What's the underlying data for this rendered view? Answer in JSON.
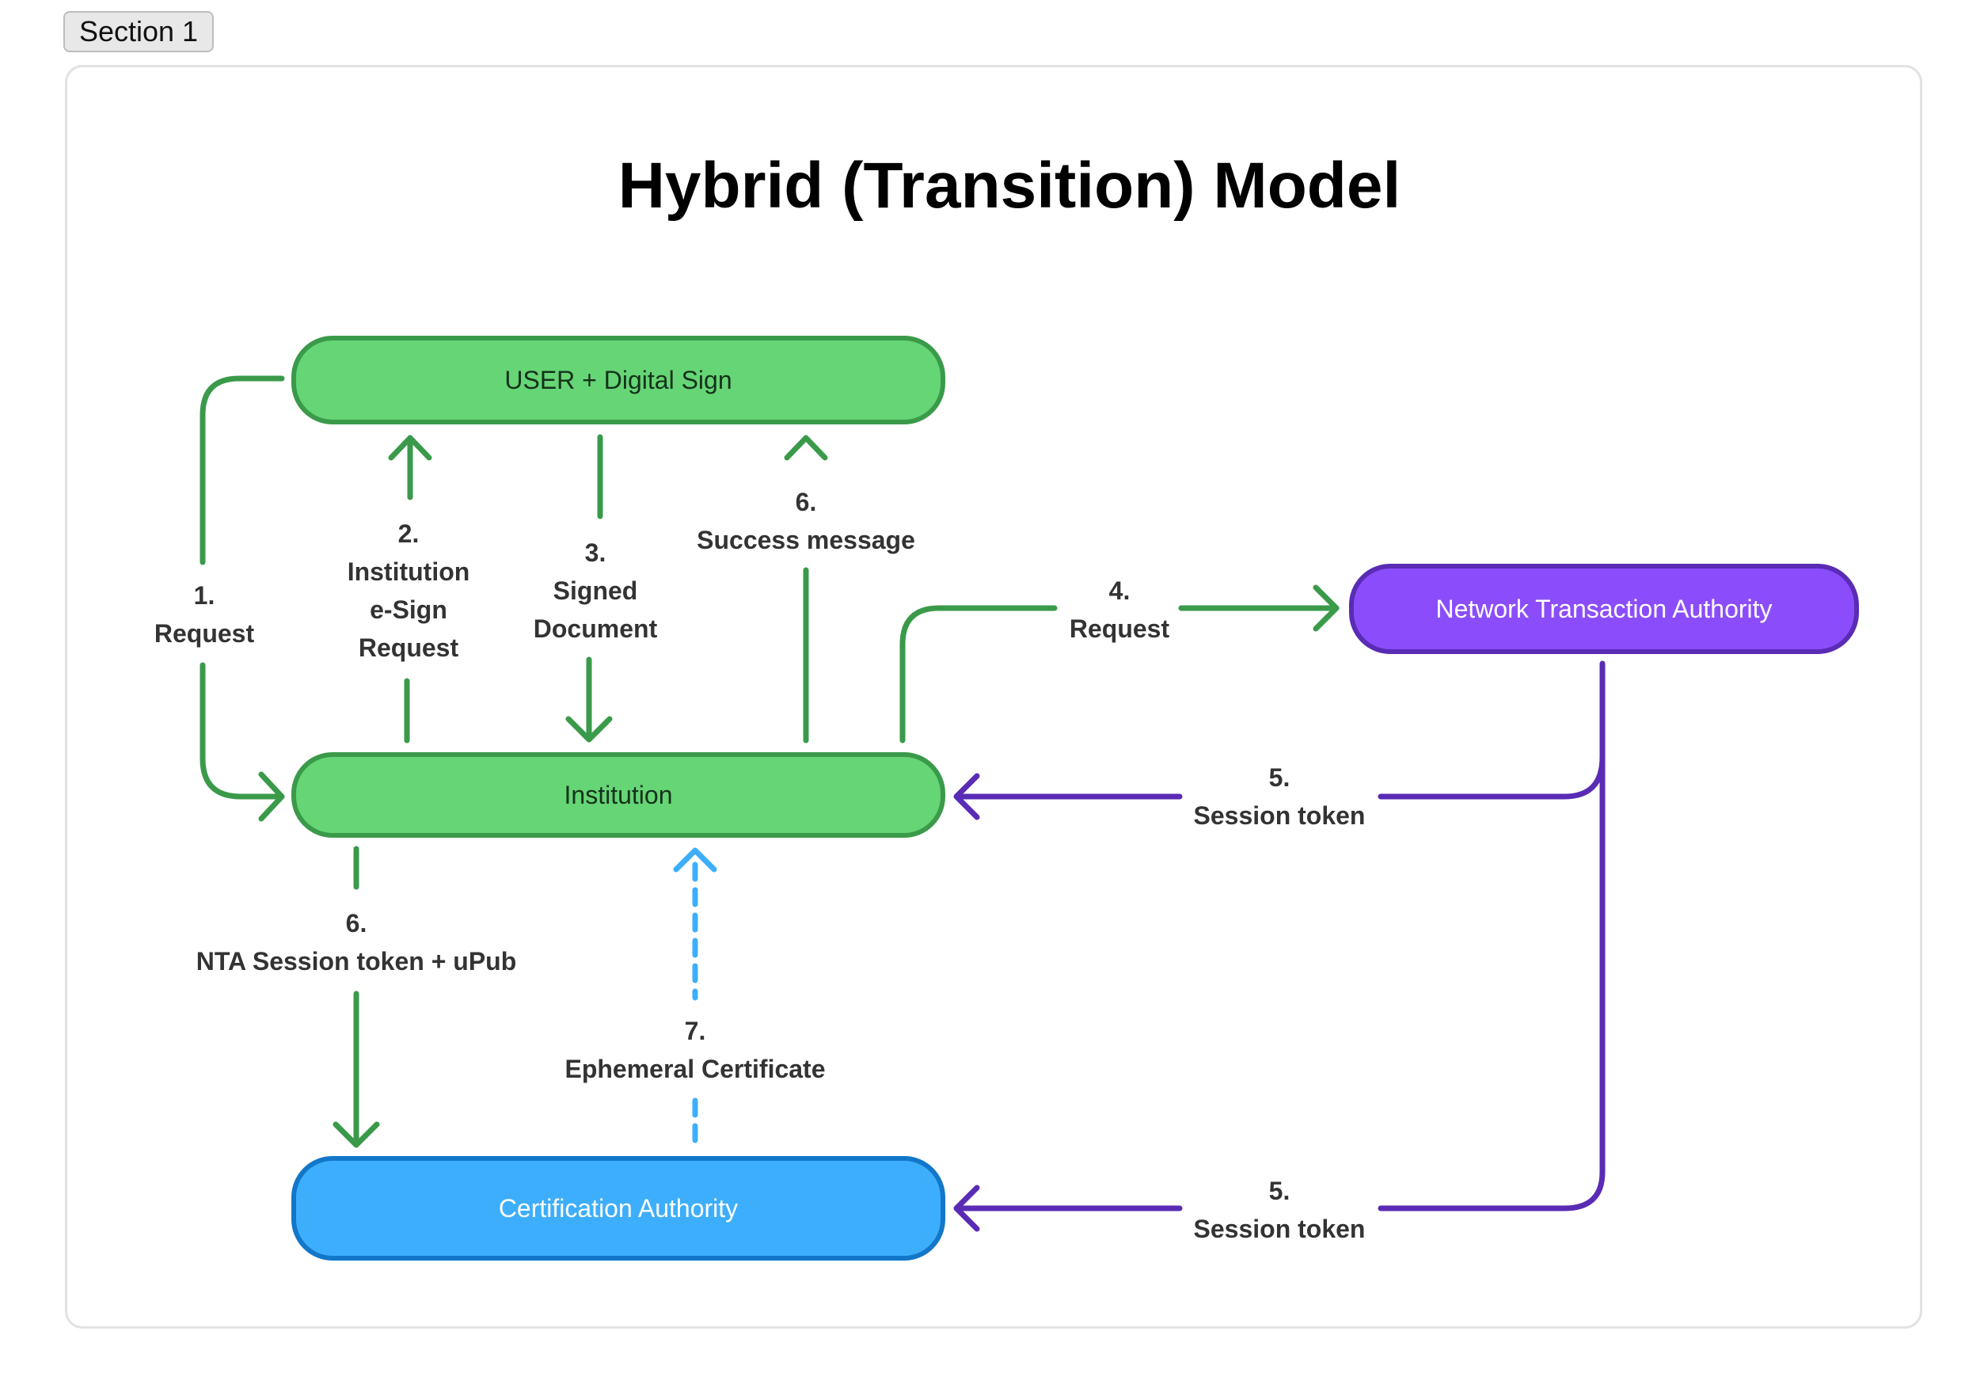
{
  "section": {
    "label": "Section 1"
  },
  "title": "Hybrid (Transition) Model",
  "nodes": {
    "user": "USER + Digital Sign",
    "institution": "Institution",
    "nta": "Network Transaction Authority",
    "ca": "Certification Authority"
  },
  "labels": {
    "step1": {
      "num": "1.",
      "text": "Request"
    },
    "step2": {
      "num": "2.",
      "line1": "Institution",
      "line2": "e-Sign",
      "line3": "Request"
    },
    "step3": {
      "num": "3.",
      "line1": "Signed",
      "line2": "Document"
    },
    "step4": {
      "num": "4.",
      "text": "Request"
    },
    "step5a": {
      "num": "5.",
      "text": "Session token"
    },
    "step5b": {
      "num": "5.",
      "text": "Session token"
    },
    "step6a": {
      "num": "6.",
      "text": "Success message"
    },
    "step6b": {
      "num": "6.",
      "text": "NTA Session token + uPub"
    },
    "step7": {
      "num": "7.",
      "text": "Ephemeral Certificate"
    }
  },
  "colors": {
    "green_arrow": "#3a9a4a",
    "purple_arrow": "#5a2bb5",
    "blue_dashed_arrow": "#3daefc"
  }
}
